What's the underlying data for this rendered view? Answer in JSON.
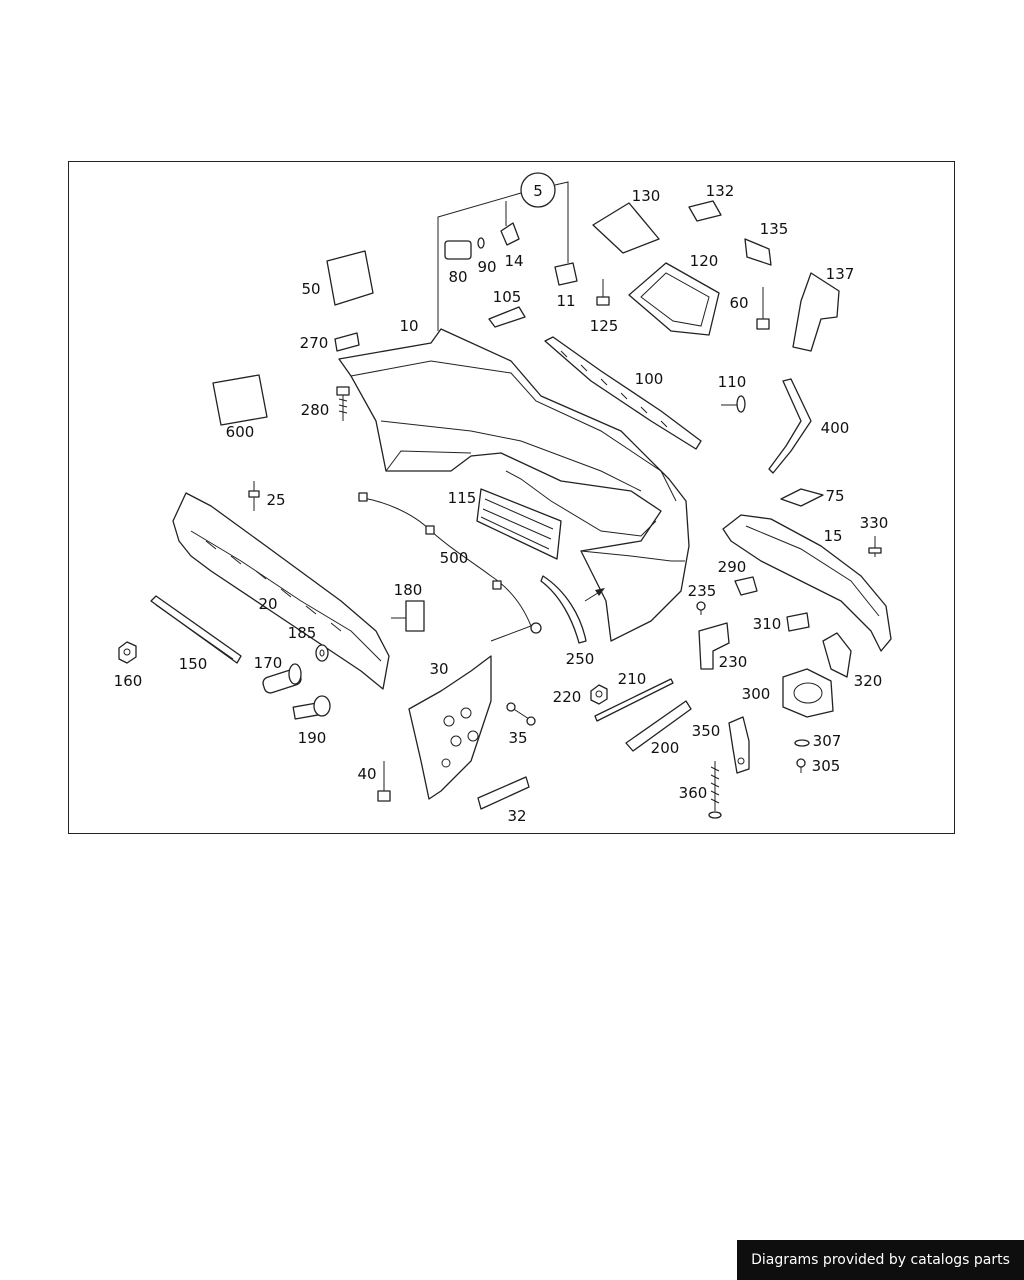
{
  "diagram": {
    "group_label": "5",
    "part_labels": {
      "p5": "5",
      "p10": "10",
      "p11": "11",
      "p14": "14",
      "p15": "15",
      "p20": "20",
      "p25": "25",
      "p30": "30",
      "p32": "32",
      "p35": "35",
      "p40": "40",
      "p50": "50",
      "p60": "60",
      "p75": "75",
      "p80": "80",
      "p90": "90",
      "p100": "100",
      "p105": "105",
      "p110": "110",
      "p115": "115",
      "p120": "120",
      "p125": "125",
      "p130": "130",
      "p132": "132",
      "p135": "135",
      "p137": "137",
      "p150": "150",
      "p160": "160",
      "p170": "170",
      "p180": "180",
      "p185": "185",
      "p190": "190",
      "p200": "200",
      "p210": "210",
      "p220": "220",
      "p230": "230",
      "p235": "235",
      "p250": "250",
      "p270": "270",
      "p280": "280",
      "p290": "290",
      "p300": "300",
      "p305": "305",
      "p307": "307",
      "p310": "310",
      "p320": "320",
      "p330": "330",
      "p350": "350",
      "p360": "360",
      "p400": "400",
      "p500": "500",
      "p600": "600"
    }
  },
  "footer": {
    "credit": "Diagrams provided by catalogs parts",
    "background_color": "#0e0e0e",
    "text_color": "#ffffff"
  }
}
